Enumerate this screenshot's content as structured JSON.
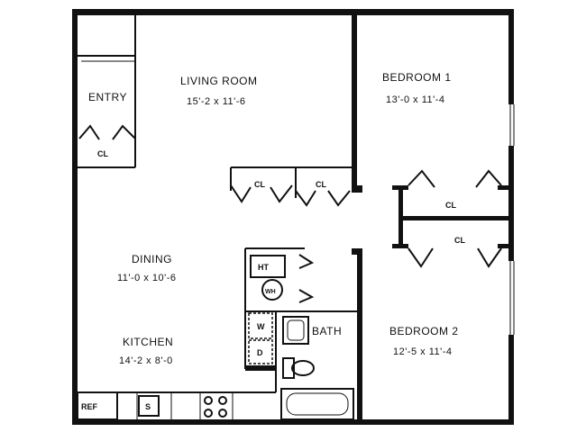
{
  "rooms": {
    "entry": {
      "name": "ENTRY"
    },
    "living": {
      "name": "LIVING ROOM",
      "dims": "15'-2 x 11'-6"
    },
    "bedroom1": {
      "name": "BEDROOM 1",
      "dims": "13'-0 x 11'-4"
    },
    "dining": {
      "name": "DINING",
      "dims": "11'-0 x 10'-6"
    },
    "kitchen": {
      "name": "KITCHEN",
      "dims": "14'-2 x 8'-0"
    },
    "bath": {
      "name": "BATH"
    },
    "bedroom2": {
      "name": "BEDROOM 2",
      "dims": "12'-5 x 11'-4"
    }
  },
  "closets": {
    "entry": "CL",
    "hall_1": "CL",
    "hall_2": "CL",
    "bedroom1": "CL",
    "bedroom2": "CL"
  },
  "fixtures": {
    "water_heater": "HT",
    "washer_dryer_hookup": "WH",
    "washer": "W",
    "dryer": "D",
    "refrigerator": "REF",
    "sink": "S"
  }
}
